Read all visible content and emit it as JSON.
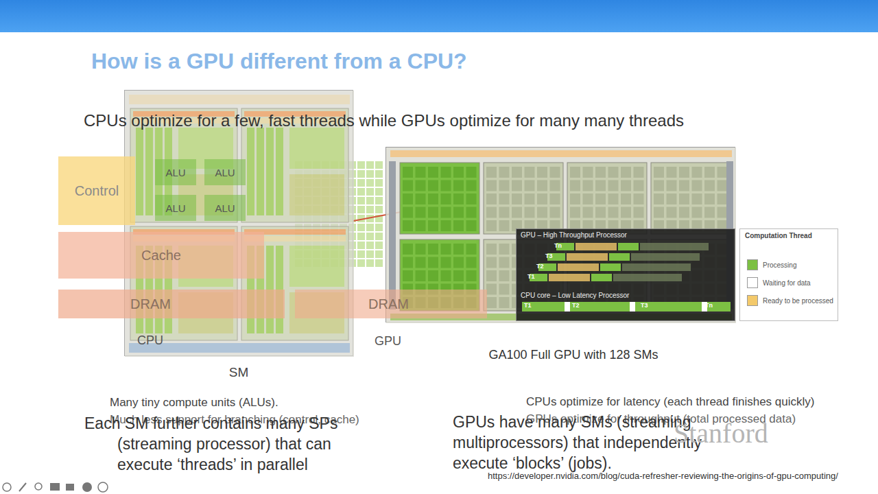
{
  "diagram": {
    "title": "How is a GPU different from a CPU?",
    "nodes": [
      {
        "text": [
          "Control"
        ]
      },
      {
        "text": [
          "ALU"
        ]
      },
      {
        "text": [
          "ALU"
        ]
      },
      {
        "text": [
          "ALU"
        ]
      },
      {
        "text": [
          "ALU"
        ]
      },
      {
        "text": [
          "Cache"
        ]
      },
      {
        "text": [
          "DRAM"
        ]
      },
      {
        "text": [
          "DRAM"
        ]
      },
      {
        "text": [
          "SM"
        ]
      },
      {
        "text": [
          "GA100 Full GPU with 128 SMs"
        ]
      },
      {
        "text": [
          "GPU – High Throughput Processor",
          "CPU core – Low Latency Processor"
        ]
      }
    ],
    "labels": [
      "CPUs optimize for a few, fast threads while GPUs optimize for many many threads",
      "CPU",
      "GPU",
      "Tn",
      "T3",
      "T2",
      "T1",
      "T1",
      "T2",
      "T3",
      "Tn",
      "Computation Thread",
      "Many tiny compute units (ALUs).",
      "Much less support for branching (control, cache)",
      "Each SM further contains many SPs (streaming processor) that can execute ‘threads’ in parallel",
      "CPUs optimize for latency (each thread finishes quickly)",
      "GPUs optimize for throughput (total processed data)",
      "GPUs have many SMs (streaming multiprocessors) that independently execute ‘blocks’ (jobs).",
      "Stanford",
      "https://developer.nvidia.com/blog/cuda-refresher-reviewing-the-origins-of-gpu-computing/"
    ],
    "legend": [
      {
        "text": "Processing",
        "color": "#7cc043"
      },
      {
        "text": "Waiting for data",
        "color": "#ffffff"
      },
      {
        "text": "Ready to be processed",
        "color": "#f3c96b"
      }
    ]
  }
}
